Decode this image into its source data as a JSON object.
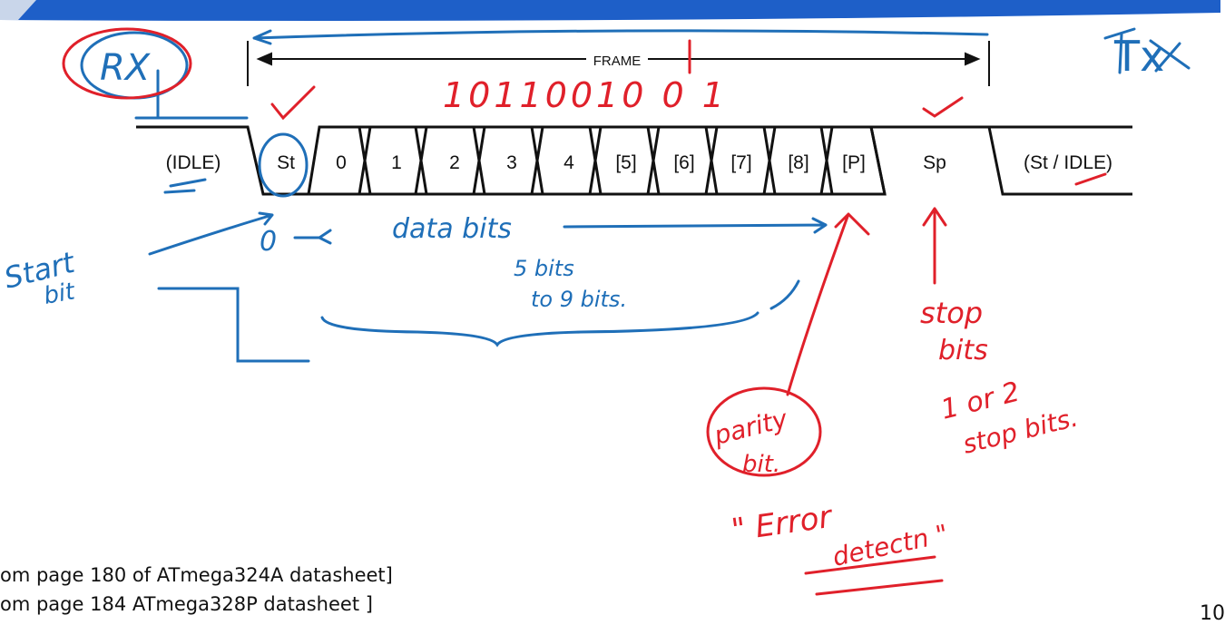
{
  "frame": {
    "label": "FRAME",
    "fields": [
      "(IDLE)",
      "St",
      "0",
      "1",
      "2",
      "3",
      "4",
      "[5]",
      "[6]",
      "[7]",
      "[8]",
      "[P]",
      "Sp",
      "(St / IDLE)"
    ]
  },
  "annotations": {
    "rx": "RX",
    "tx": "Tx",
    "bit_pattern": "10110010 0 1",
    "start_zero": "0",
    "data_bits": "data bits",
    "data_range_1": "5 bits",
    "data_range_2": "to 9 bits.",
    "start_bit_1": "Start",
    "start_bit_2": "bit",
    "parity_1": "parity",
    "parity_2": "bit.",
    "stop_1": "stop",
    "stop_2": "bits",
    "stop_3": "1 or 2",
    "stop_4": "stop bits.",
    "error_1": "\" Error",
    "error_2": "detectn \""
  },
  "sources": [
    "om page 180 of ATmega324A datasheet]",
    "om page 184 ATmega328P datasheet ]"
  ],
  "page_number": "10",
  "colors": {
    "ink": "#111111",
    "blue_pen": "#1f6fb8",
    "red_pen": "#e0202a",
    "banner": "#1e5fc8"
  }
}
